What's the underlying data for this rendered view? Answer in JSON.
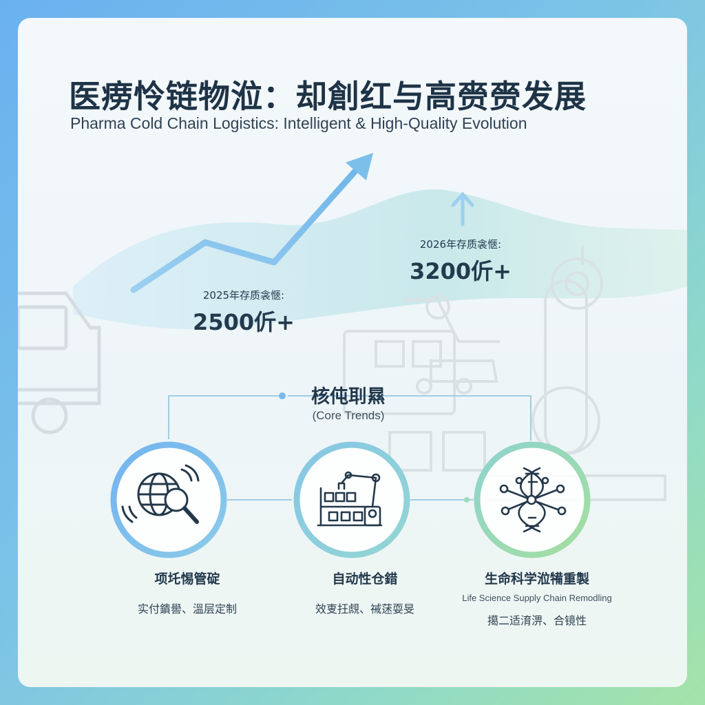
{
  "header": {
    "title": "医痨怜链物涖：却創红与高赍赍发展",
    "subtitle": "Pharma Cold Chain Logistics: Intelligent & High-Quality Evolution"
  },
  "stats": [
    {
      "label": "2025年存质衾愜:",
      "value": "2500伒+"
    },
    {
      "label": "2026年存质衾愜:",
      "value": "3200伒+"
    }
  ],
  "core": {
    "title": "核伅刵㬎",
    "subtitle": "(Core Trends)"
  },
  "trends": [
    {
      "name": "项圫惕管碇",
      "subtitle": "",
      "desc": "实付鐀嚳、溫层定制",
      "icon": "globe-search-icon"
    },
    {
      "name": "自动性仓錯",
      "subtitle": "",
      "desc": "效叓抂覤、祴蒁耍旻",
      "icon": "robot-arm-warehouse-icon"
    },
    {
      "name": "生命科学涖犕重製",
      "subtitle": "Life Science Supply Chain Remodling",
      "desc": "擖二适淯淠、合镜性",
      "icon": "dna-network-icon"
    }
  ],
  "colors": {
    "title": "#1e3346",
    "ring_blue": "#7ab8ef",
    "ring_green": "#9bdcbf",
    "arrow": "#7cc0ea",
    "wave": "#cfe7ee"
  }
}
